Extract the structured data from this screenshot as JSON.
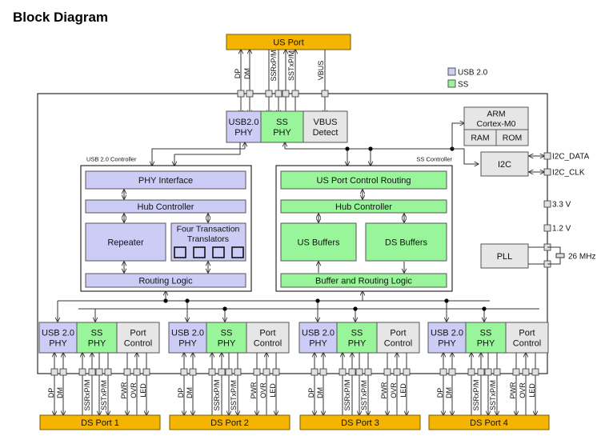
{
  "title": "Block Diagram",
  "legend": [
    {
      "label": "USB 2.0",
      "color": "#ccccf7"
    },
    {
      "label": "SS",
      "color": "#99f599"
    }
  ],
  "us_port": {
    "label": "US Port",
    "signals": [
      "DP",
      "DM",
      "SSRxP/M",
      "SSTxP/M",
      "VBUS"
    ]
  },
  "top_blocks": {
    "usb_phy": "USB2.0\nPHY",
    "ss_phy": "SS\nPHY",
    "vbus": "VBUS\nDetect"
  },
  "usb_controller": {
    "label": "USB 2.0 Controller",
    "phy_interface": "PHY Interface",
    "hub_controller": "Hub Controller",
    "repeater": "Repeater",
    "tt": "Four Transaction\nTranslators",
    "tt_count": 4,
    "routing": "Routing Logic"
  },
  "ss_controller": {
    "label": "SS Controller",
    "us_port_control": "US Port Control Routing",
    "hub_controller": "Hub Controller",
    "us_buffers": "US Buffers",
    "ds_buffers": "DS Buffers",
    "routing": "Buffer and Routing Logic"
  },
  "cpu": {
    "arm": "ARM\nCortex-M0",
    "ram": "RAM",
    "rom": "ROM",
    "i2c": "I2C",
    "pll": "PLL"
  },
  "right_pins": [
    "I2C_DATA",
    "I2C_CLK",
    "3.3 V",
    "1.2 V",
    "26 MHz"
  ],
  "ds_ports": [
    {
      "label": "DS Port 1"
    },
    {
      "label": "DS Port 2"
    },
    {
      "label": "DS Port 3"
    },
    {
      "label": "DS Port 4"
    }
  ],
  "ds_block_labels": {
    "usb_phy": "USB 2.0\nPHY",
    "ss_phy": "SS\nPHY",
    "port_control": "Port\nControl"
  },
  "ds_signals": [
    "DP",
    "DM",
    "SSRxP/M",
    "SSTxP/M",
    "PWR",
    "OVR",
    "LED"
  ]
}
